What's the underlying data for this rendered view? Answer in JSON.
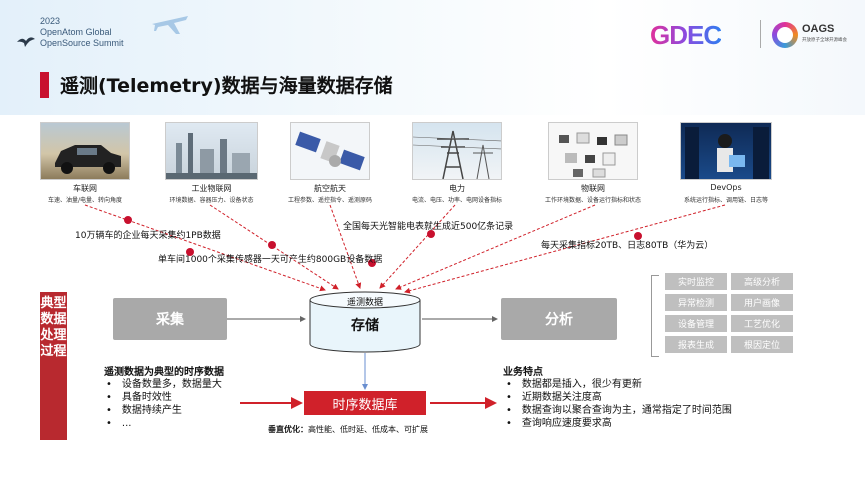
{
  "event": {
    "line1": "2023",
    "line2": "OpenAtom Global",
    "line3": "OpenSource Summit"
  },
  "logos": {
    "gdec": "GDEC",
    "oags": "OAGS",
    "oags_sub": "开放原子全球开源峰会"
  },
  "title": "遥测(Telemetry)数据与海量数据存储",
  "sources": [
    {
      "title": "车联网",
      "sub": "车速、油量/电量、转向角度",
      "icon": "car-photo"
    },
    {
      "title": "工业物联网",
      "sub": "环境数据、容器压力、设备状态",
      "icon": "factory-photo"
    },
    {
      "title": "航空航天",
      "sub": "工程参数、遥控指令、遥测原码",
      "icon": "satellite-photo"
    },
    {
      "title": "电力",
      "sub": "电流、电压、功率、电网设备指标",
      "icon": "power-tower-photo"
    },
    {
      "title": "物联网",
      "sub": "工作环境数据、设备运行指标和状态",
      "icon": "iot-devices-photo"
    },
    {
      "title": "DevOps",
      "sub": "系统运行指标、调用链、日志等",
      "icon": "server-room-photo"
    }
  ],
  "notes": {
    "n1": "10万辆车的企业每天采集约1PB数据",
    "n2": "单车间1000个采集传感器一天可产生约800GB设备数据",
    "n3": "全国每天光智能电表就生成近500亿条记录",
    "n4": "每天采集指标20TB、日志80TB（华为云）"
  },
  "process": {
    "side_label": "典型数据处理过程",
    "collect": "采集",
    "storage_top": "遥测数据",
    "storage_main": "存储",
    "analyze": "分析",
    "features": [
      "实时监控",
      "高级分析",
      "异常检测",
      "用户画像",
      "设备管理",
      "工艺优化",
      "报表生成",
      "根因定位"
    ]
  },
  "ts_data": {
    "title": "遥测数据为典型的时序数据",
    "bullets": [
      "设备数量多，数据量大",
      "具备时效性",
      "数据持续产生",
      "..."
    ]
  },
  "tsdb": {
    "label": "时序数据库",
    "opt_bold": "垂直优化：",
    "opt_text": "高性能、低时延、低成本、可扩展"
  },
  "biz": {
    "title": "业务特点",
    "bullets": [
      "数据都是插入，很少有更新",
      "近期数据关注度高",
      "数据查询以聚合查询为主，通常指定了时间范围",
      "查询响应速度要求高"
    ]
  },
  "colors": {
    "accent_red": "#c8102e",
    "gray_box": "#a9a9a9",
    "feature_gray": "#bfbfbf",
    "dashed_red": "#d0212a"
  }
}
